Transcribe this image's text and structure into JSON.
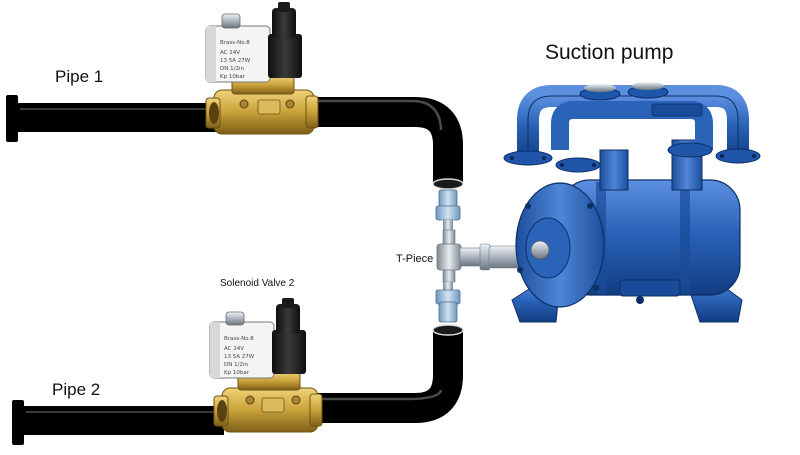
{
  "labels": {
    "pipe1": "Pipe 1",
    "pipe2": "Pipe 2",
    "suction_pump": "Suction pump",
    "t_piece": "T-Piece",
    "solenoid_valve_2": "Solenoid Valve 2"
  },
  "valve_plate": {
    "brand": "Brass-No.8",
    "line1": "AC 24V",
    "line2": "13 5A 27W",
    "line3": "DN 1/2in",
    "line4": "Kp 10bar"
  },
  "colors": {
    "pipe": "#000000",
    "brass": "#c9a23a",
    "brass_dark": "#8f6e1e",
    "pump_blue": "#2a63b8",
    "pump_dark": "#123d82",
    "steel": "#b8c2cc",
    "fitting_blue": "#8fb5d6"
  },
  "icons": [
    "solenoid-valve-icon",
    "suction-pump-icon",
    "t-piece-fitting-icon",
    "pipe-icon"
  ]
}
